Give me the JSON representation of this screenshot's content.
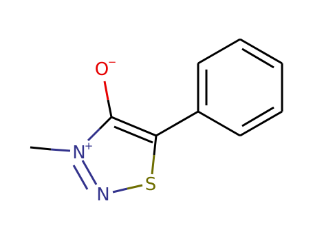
{
  "colors": {
    "carbon": "#000000",
    "nitrogen": "#33338c",
    "oxygen": "#e60000",
    "sulfur": "#6e6e00"
  },
  "atoms": {
    "oxygen": {
      "symbol": "O",
      "charge": "−"
    },
    "nitrogen_cation": {
      "symbol": "N",
      "charge": "+"
    },
    "nitrogen": {
      "symbol": "N"
    },
    "sulfur": {
      "symbol": "S"
    }
  }
}
